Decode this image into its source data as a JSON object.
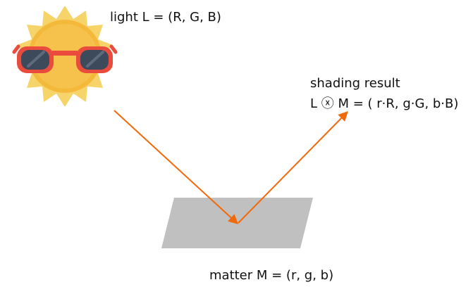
{
  "labels": {
    "light": "light L = (R, G, B)",
    "shading_title": "shading result",
    "shading_formula": "L ⓧ M = ( r·R, g·G, b·B)",
    "matter": "matter M = (r, g, b)"
  },
  "icons": {
    "sun": "sun-with-sunglasses-icon"
  },
  "colors": {
    "sun_rays": "#f6d46a",
    "sun_body": "#f4b93b",
    "sun_inner": "#f7c24c",
    "glasses_frame": "#e94b3c",
    "glasses_lens": "#3d4a5c",
    "arrow": "#f06a0c",
    "surface": "#c0c0c0"
  }
}
